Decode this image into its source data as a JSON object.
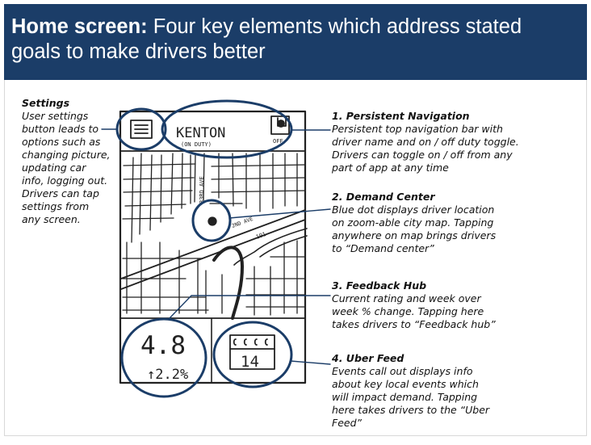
{
  "title": {
    "bold": "Home screen:",
    "rest": " Four key elements which address stated goals to make drivers better"
  },
  "sketch": {
    "driver_name": "KENTON",
    "duty_status": "(ON DUTY)",
    "toggle_label": "OFF",
    "rating": "4.8",
    "rating_change": "↑2.2%",
    "calendar_day": "14",
    "street_labels": [
      "33RD AVE",
      "2ND AVE",
      "101"
    ]
  },
  "annotations": {
    "settings": {
      "heading": "Settings",
      "lines": [
        "User settings",
        "button leads to",
        "options such as",
        "changing picture,",
        "updating car",
        "info, logging out.",
        "Drivers can tap",
        "settings from",
        "any screen."
      ]
    },
    "navigation": {
      "heading": "1. Persistent Navigation",
      "lines": [
        "Persistent top navigation bar with",
        "driver name and on / off duty toggle.",
        "Drivers can toggle on / off from any",
        "part of app at any time"
      ]
    },
    "demand": {
      "heading": "2. Demand Center",
      "lines": [
        "Blue dot displays driver location",
        "on zoom-able city map. Tapping",
        "anywhere on map brings drivers",
        "to “Demand center”"
      ]
    },
    "feedback": {
      "heading": "3. Feedback Hub",
      "lines": [
        "Current rating and week over",
        "week % change. Tapping here",
        "takes drivers to “Feedback hub”"
      ]
    },
    "feed": {
      "heading": "4. Uber Feed",
      "lines": [
        "Events call out displays info",
        "about key local events which",
        "will impact demand. Tapping",
        "here takes drivers to the “Uber",
        "Feed”"
      ]
    }
  },
  "colors": {
    "header": "#1b3d68",
    "highlight": "#1b3d68",
    "sketch": "#222222"
  }
}
